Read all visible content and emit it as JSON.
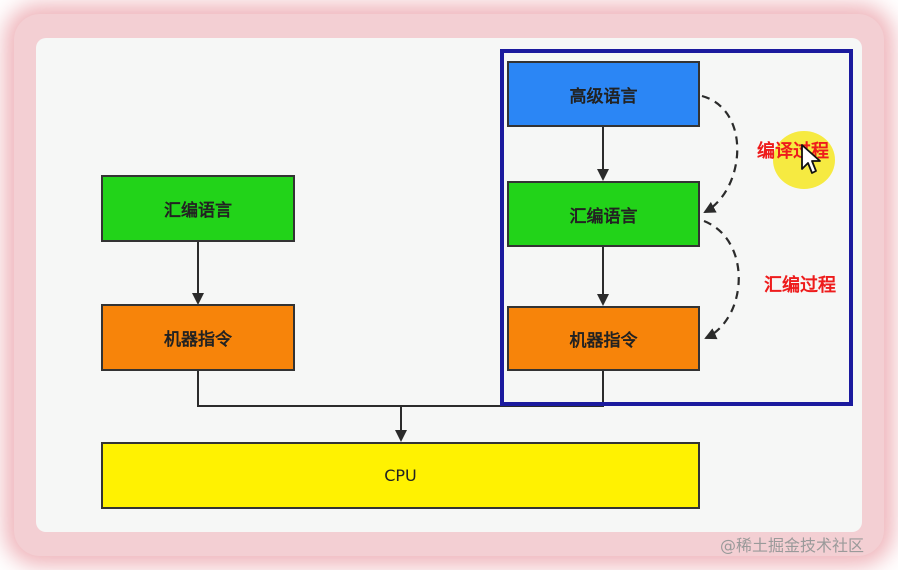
{
  "colors": {
    "high_level": "#2b86f5",
    "assembly": "#22d319",
    "machine": "#f7840a",
    "cpu": "#fff201",
    "frame": "#1b1a9e",
    "process_label": "#ee1c1c"
  },
  "left_stack": {
    "assembly_label": "汇编语言",
    "machine_label": "机器指令"
  },
  "right_stack": {
    "high_level_label": "高级语言",
    "assembly_label": "汇编语言",
    "machine_label": "机器指令"
  },
  "cpu_label": "CPU",
  "process_labels": {
    "compile": "编译过程",
    "assemble": "汇编过程"
  },
  "watermark": "@稀土掘金技术社区",
  "icons": {
    "cursor": "mouse-pointer-icon"
  }
}
